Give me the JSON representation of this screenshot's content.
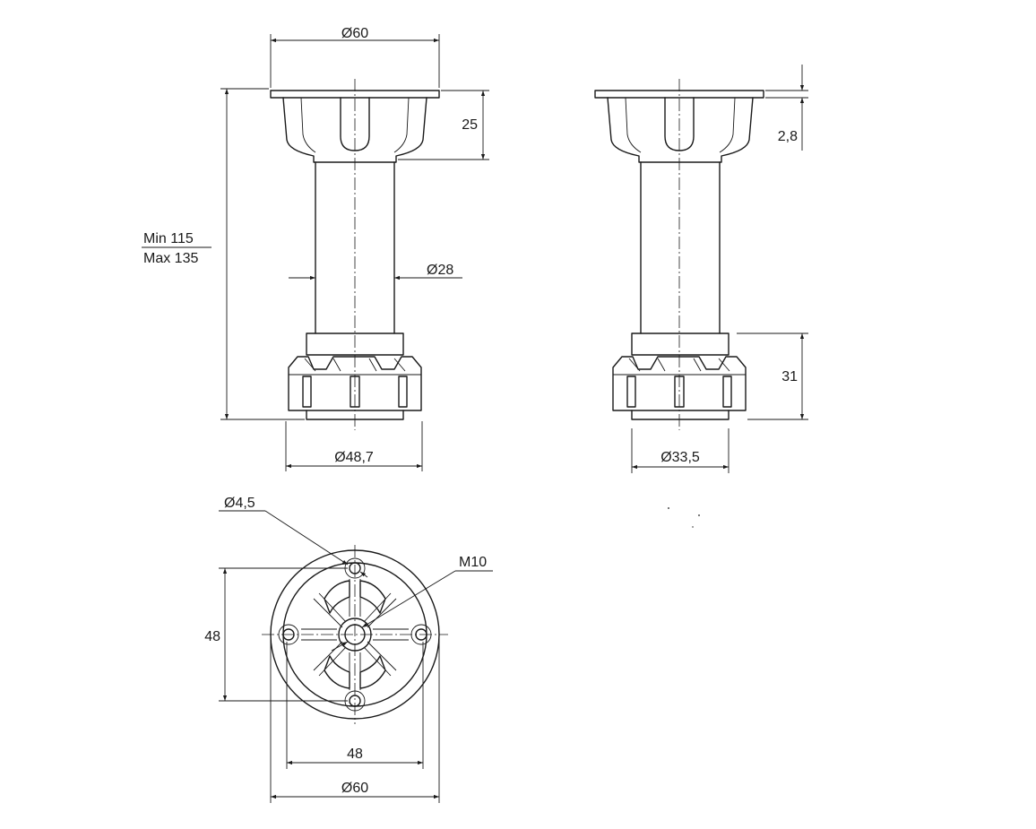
{
  "dimensions": {
    "side_top_dia": "Ø60",
    "side_cup_height": "25",
    "side_height_min": "Min  115",
    "side_height_max": "Max 135",
    "side_stem_dia": "Ø28",
    "side_base_dia": "Ø48,7",
    "front_plate_thickness": "2,8",
    "front_foot_height": "31",
    "front_base_dia": "Ø33,5",
    "top_hole_dia": "Ø4,5",
    "top_thread": "M10",
    "top_hole_spacing_v": "48",
    "top_hole_spacing_h": "48",
    "top_outer_dia": "Ø60"
  }
}
